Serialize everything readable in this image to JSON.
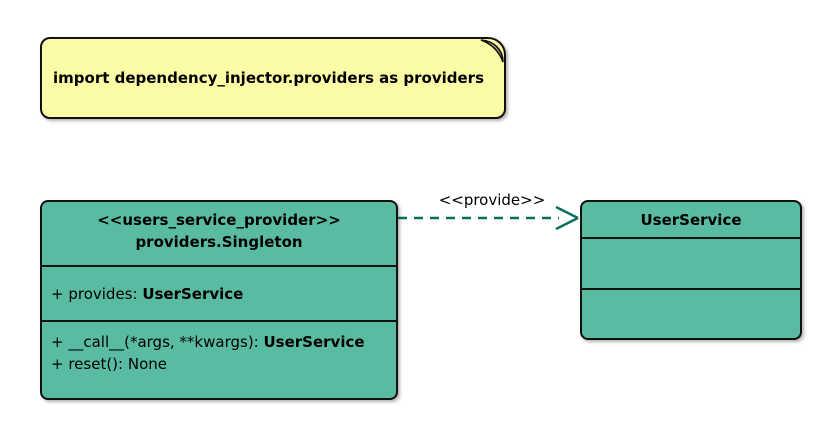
{
  "diagram": {
    "note": {
      "text": "import dependency_injector.providers as providers"
    },
    "provider_class": {
      "stereotype": "<<users_service_provider>>",
      "name": "providers.Singleton",
      "attributes": [
        {
          "label": "+ provides: ",
          "type": "UserService"
        }
      ],
      "methods": [
        {
          "label": "+ __call__(*args, **kwargs): ",
          "type": "UserService"
        },
        {
          "label": "+ reset(): None",
          "type": ""
        }
      ]
    },
    "service_class": {
      "name": "UserService"
    },
    "relation": {
      "label": "<<provide>>",
      "from": "providers.Singleton",
      "to": "UserService",
      "style": "dashed-open-arrow"
    }
  },
  "colors": {
    "class_fill": "#58BBA2",
    "line": "#111111",
    "arrow": "#0A6E5C",
    "note_fill": "#FCFCA6",
    "note_fold": "#B9B97E",
    "text": "#000000"
  }
}
